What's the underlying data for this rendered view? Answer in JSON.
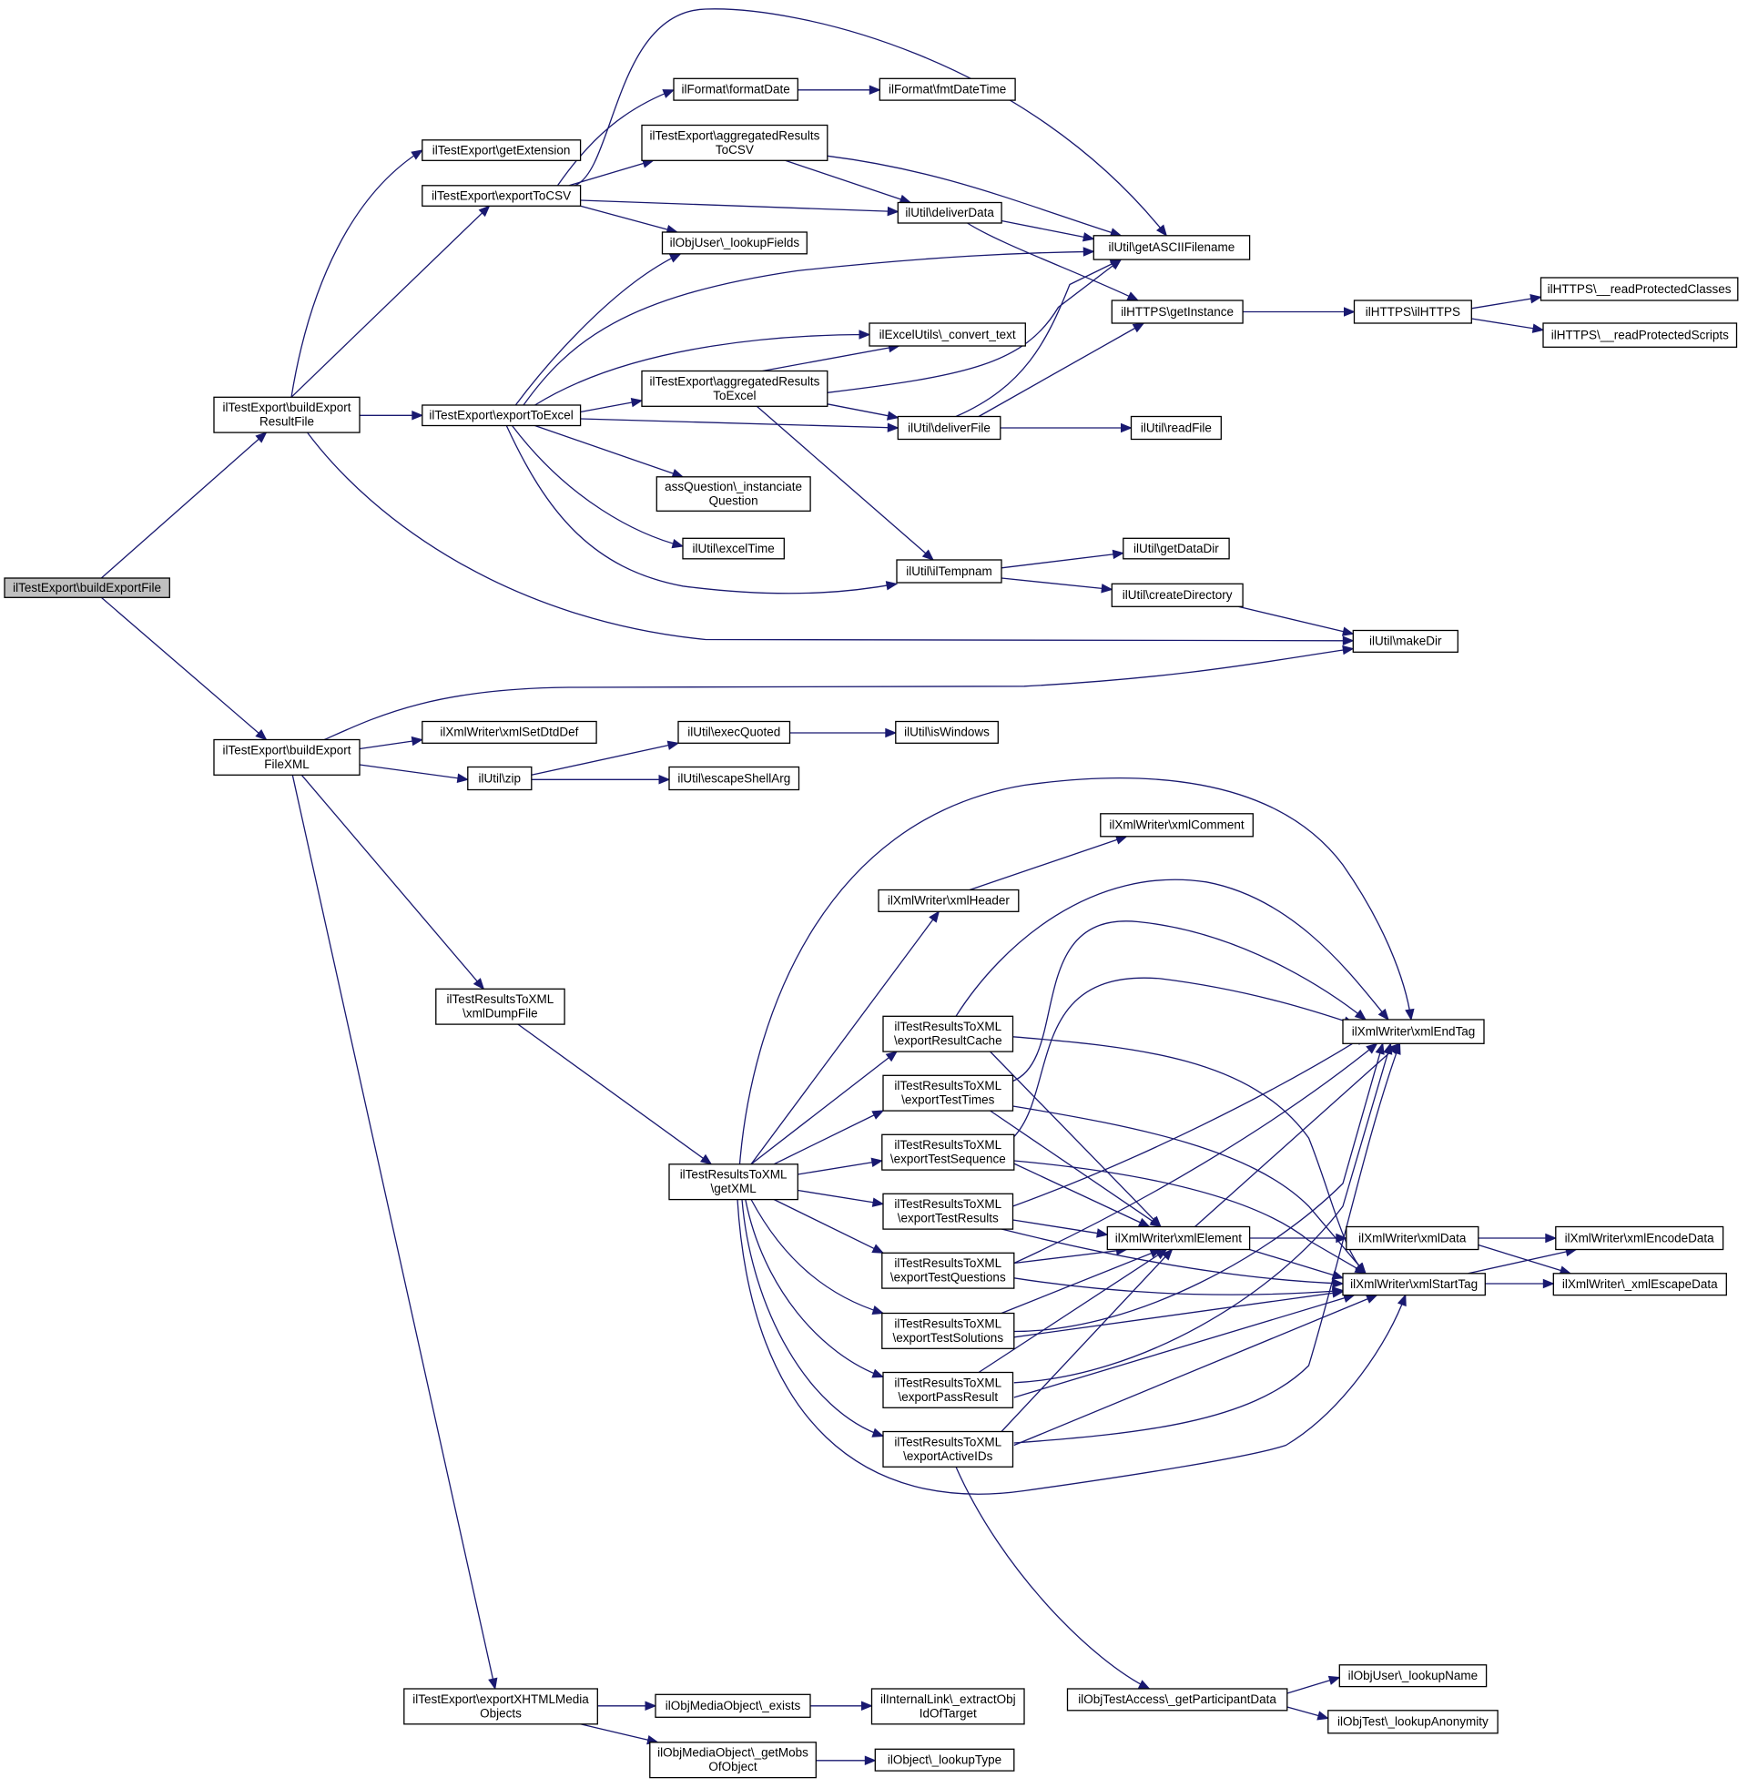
{
  "graph": {
    "title": "",
    "nodes": [
      {
        "id": "buildExportFile",
        "lines": [
          "ilTestExport\\buildExportFile"
        ]
      },
      {
        "id": "buildExportResultFile",
        "lines": [
          "ilTestExport\\buildExport",
          "ResultFile"
        ]
      },
      {
        "id": "buildExportFileXML",
        "lines": [
          "ilTestExport\\buildExport",
          "FileXML"
        ]
      },
      {
        "id": "getExtension",
        "lines": [
          "ilTestExport\\getExtension"
        ]
      },
      {
        "id": "exportToCSV",
        "lines": [
          "ilTestExport\\exportToCSV"
        ]
      },
      {
        "id": "exportToExcel",
        "lines": [
          "ilTestExport\\exportToExcel"
        ]
      },
      {
        "id": "formatDate",
        "lines": [
          "ilFormat\\formatDate"
        ]
      },
      {
        "id": "fmtDateTime",
        "lines": [
          "ilFormat\\fmtDateTime"
        ]
      },
      {
        "id": "aggregatedResultsToCSV",
        "lines": [
          "ilTestExport\\aggregatedResults",
          "ToCSV"
        ]
      },
      {
        "id": "deliverData",
        "lines": [
          "ilUtil\\deliverData"
        ]
      },
      {
        "id": "lookupFields",
        "lines": [
          "ilObjUser\\_lookupFields"
        ]
      },
      {
        "id": "getASCIIFilename",
        "lines": [
          "ilUtil\\getASCIIFilename"
        ]
      },
      {
        "id": "getInstance",
        "lines": [
          "ilHTTPS\\getInstance"
        ]
      },
      {
        "id": "ilHTTPS",
        "lines": [
          "ilHTTPS\\ilHTTPS"
        ]
      },
      {
        "id": "readProtectedClasses",
        "lines": [
          "ilHTTPS\\__readProtectedClasses"
        ]
      },
      {
        "id": "readProtectedScripts",
        "lines": [
          "ilHTTPS\\__readProtectedScripts"
        ]
      },
      {
        "id": "convertText",
        "lines": [
          "ilExcelUtils\\_convert_text"
        ]
      },
      {
        "id": "aggregatedResultsToExcel",
        "lines": [
          "ilTestExport\\aggregatedResults",
          "ToExcel"
        ]
      },
      {
        "id": "deliverFile",
        "lines": [
          "ilUtil\\deliverFile"
        ]
      },
      {
        "id": "readFile",
        "lines": [
          "ilUtil\\readFile"
        ]
      },
      {
        "id": "instanciateQuestion",
        "lines": [
          "assQuestion\\_instanciate",
          "Question"
        ]
      },
      {
        "id": "excelTime",
        "lines": [
          "ilUtil\\excelTime"
        ]
      },
      {
        "id": "ilTempnam",
        "lines": [
          "ilUtil\\ilTempnam"
        ]
      },
      {
        "id": "getDataDir",
        "lines": [
          "ilUtil\\getDataDir"
        ]
      },
      {
        "id": "createDirectory",
        "lines": [
          "ilUtil\\createDirectory"
        ]
      },
      {
        "id": "makeDir",
        "lines": [
          "ilUtil\\makeDir"
        ]
      },
      {
        "id": "xmlSetDtdDef",
        "lines": [
          "ilXmlWriter\\xmlSetDtdDef"
        ]
      },
      {
        "id": "zip",
        "lines": [
          "ilUtil\\zip"
        ]
      },
      {
        "id": "execQuoted",
        "lines": [
          "ilUtil\\execQuoted"
        ]
      },
      {
        "id": "isWindows",
        "lines": [
          "ilUtil\\isWindows"
        ]
      },
      {
        "id": "escapeShellArg",
        "lines": [
          "ilUtil\\escapeShellArg"
        ]
      },
      {
        "id": "xmlComment",
        "lines": [
          "ilXmlWriter\\xmlComment"
        ]
      },
      {
        "id": "xmlHeader",
        "lines": [
          "ilXmlWriter\\xmlHeader"
        ]
      },
      {
        "id": "xmlDumpFile",
        "lines": [
          "ilTestResultsToXML",
          "\\xmlDumpFile"
        ]
      },
      {
        "id": "exportResultCache",
        "lines": [
          "ilTestResultsToXML",
          "\\exportResultCache"
        ]
      },
      {
        "id": "xmlEndTag",
        "lines": [
          "ilXmlWriter\\xmlEndTag"
        ]
      },
      {
        "id": "exportTestTimes",
        "lines": [
          "ilTestResultsToXML",
          "\\exportTestTimes"
        ]
      },
      {
        "id": "exportTestSequence",
        "lines": [
          "ilTestResultsToXML",
          "\\exportTestSequence"
        ]
      },
      {
        "id": "getXML",
        "lines": [
          "ilTestResultsToXML",
          "\\getXML"
        ]
      },
      {
        "id": "exportTestResults",
        "lines": [
          "ilTestResultsToXML",
          "\\exportTestResults"
        ]
      },
      {
        "id": "xmlElement",
        "lines": [
          "ilXmlWriter\\xmlElement"
        ]
      },
      {
        "id": "xmlData",
        "lines": [
          "ilXmlWriter\\xmlData"
        ]
      },
      {
        "id": "xmlEncodeData",
        "lines": [
          "ilXmlWriter\\xmlEncodeData"
        ]
      },
      {
        "id": "exportTestQuestions",
        "lines": [
          "ilTestResultsToXML",
          "\\exportTestQuestions"
        ]
      },
      {
        "id": "xmlStartTag",
        "lines": [
          "ilXmlWriter\\xmlStartTag"
        ]
      },
      {
        "id": "xmlEscapeData",
        "lines": [
          "ilXmlWriter\\_xmlEscapeData"
        ]
      },
      {
        "id": "exportTestSolutions",
        "lines": [
          "ilTestResultsToXML",
          "\\exportTestSolutions"
        ]
      },
      {
        "id": "exportPassResult",
        "lines": [
          "ilTestResultsToXML",
          "\\exportPassResult"
        ]
      },
      {
        "id": "exportActiveIDs",
        "lines": [
          "ilTestResultsToXML",
          "\\exportActiveIDs"
        ]
      },
      {
        "id": "lookupName",
        "lines": [
          "ilObjUser\\_lookupName"
        ]
      },
      {
        "id": "exportXHTMLMediaObjects",
        "lines": [
          "ilTestExport\\exportXHTMLMedia",
          "Objects"
        ]
      },
      {
        "id": "exists",
        "lines": [
          "ilObjMediaObject\\_exists"
        ]
      },
      {
        "id": "extractObjIdOfTarget",
        "lines": [
          "ilInternalLink\\_extractObj",
          "IdOfTarget"
        ]
      },
      {
        "id": "getParticipantData",
        "lines": [
          "ilObjTestAccess\\_getParticipantData"
        ]
      },
      {
        "id": "lookupAnonymity",
        "lines": [
          "ilObjTest\\_lookupAnonymity"
        ]
      },
      {
        "id": "getMobsOfObject",
        "lines": [
          "ilObjMediaObject\\_getMobs",
          "OfObject"
        ]
      },
      {
        "id": "lookupType",
        "lines": [
          "ilObject\\_lookupType"
        ]
      }
    ]
  }
}
